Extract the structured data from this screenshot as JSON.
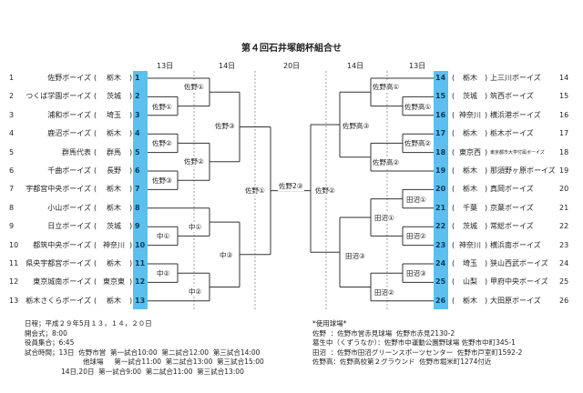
{
  "title": "第４回石井塚朗杯組合せ",
  "headers": [
    "13日",
    "14日",
    "20日",
    "14日",
    "13日"
  ],
  "left_teams": [
    {
      "no": "1",
      "name": "佐野ボーイズ",
      "pref": "栃木"
    },
    {
      "no": "2",
      "name": "つくば学園ボーイズ",
      "pref": "茨城"
    },
    {
      "no": "3",
      "name": "浦和ボーイズ",
      "pref": "埼玉"
    },
    {
      "no": "4",
      "name": "鹿沼ボーイズ",
      "pref": "栃木"
    },
    {
      "no": "5",
      "name": "群馬代表",
      "pref": "群馬"
    },
    {
      "no": "6",
      "name": "千曲ボーイズ",
      "pref": "長野"
    },
    {
      "no": "7",
      "name": "宇都宮中央ボーイズ",
      "pref": "栃木"
    },
    {
      "no": "8",
      "name": "小山ボーイズ",
      "pref": "栃木"
    },
    {
      "no": "9",
      "name": "日立ボーイズ",
      "pref": "茨城"
    },
    {
      "no": "10",
      "name": "都筑中央ボーイズ",
      "pref": "神奈川"
    },
    {
      "no": "11",
      "name": "県央宇都宮ボーイズ",
      "pref": "栃木"
    },
    {
      "no": "12",
      "name": "東京城南ボーイズ",
      "pref": "東京東"
    },
    {
      "no": "13",
      "name": "栃木さくらボーイズ",
      "pref": "栃木"
    }
  ],
  "right_teams": [
    {
      "no": "14",
      "name": "上三川ボーイズ",
      "pref": "栃木"
    },
    {
      "no": "15",
      "name": "筑西ボーイズ",
      "pref": "茨城"
    },
    {
      "no": "16",
      "name": "横浜港ボーイズ",
      "pref": "神奈川"
    },
    {
      "no": "17",
      "name": "栃木ボーイズ",
      "pref": "栃木"
    },
    {
      "no": "18",
      "name": "東京都市大学付属ボーイズ",
      "pref": "東京西"
    },
    {
      "no": "19",
      "name": "那須野ヶ原ボーイズ",
      "pref": "栃木"
    },
    {
      "no": "20",
      "name": "真岡ボーイズ",
      "pref": "栃木"
    },
    {
      "no": "21",
      "name": "京葉ボーイズ",
      "pref": "千葉"
    },
    {
      "no": "22",
      "name": "常総ボーイズ",
      "pref": "茨城"
    },
    {
      "no": "23",
      "name": "横浜南ボーイズ",
      "pref": "神奈川"
    },
    {
      "no": "24",
      "name": "狭山西武ボーイズ",
      "pref": "埼玉"
    },
    {
      "no": "25",
      "name": "甲府中央ボーイズ",
      "pref": "山梨"
    },
    {
      "no": "26",
      "name": "大田原ボーイズ",
      "pref": "栃木"
    }
  ],
  "paren_open": "(",
  "paren_close": ")",
  "matches": {
    "l_a": "佐野①",
    "l_b": "佐野①",
    "l_c": "佐野②",
    "l_d": "佐野③",
    "l_e": "佐野②",
    "l_f": "佐野③",
    "l_g": "中①",
    "l_h": "中①",
    "l_i": "中②",
    "l_j": "中②",
    "l_k": "中③",
    "l_sf": "佐野①",
    "final": "佐野2③",
    "r_sf": "佐野②",
    "r_a": "佐野高①",
    "r_b": "佐野高①",
    "r_c": "佐野高②",
    "r_d": "佐野高②",
    "r_e": "佐野高③",
    "r_f": "田沼①",
    "r_g": "田沼②",
    "r_h": "田沼①",
    "r_i": "田沼③",
    "r_j": "田沼②",
    "r_k": "田沼③"
  },
  "schedule": [
    "日程；平成２９年5月１３，１４，２０日",
    "開会式；8:00",
    "役員集合；6:45",
    "試合時間；13日  佐野市営  第一試合10:00  第二試合12:00  第三試合14:00",
    "他球場     第一試合11:00  第二試合13:00  第三試合15:00",
    "14日,20日  第一試合9:00  第二試合11:00  第三試合13:00"
  ],
  "venues": [
    "*使用球場*",
    "佐野  ：佐野市営赤見球場  佐野市赤見2130-2",
    "葛生中（くずうなか）：佐野市中運動公園野球場  佐野市中町345-1",
    "田沼  ：佐野市田沼グリーンスポーツセンター  佐野市戸室町1592-2",
    "佐野高：佐野高校第２グラウンド  佐野市堀米町1274付近"
  ],
  "colors": {
    "seed_bar": "#5bc0f0",
    "line": "#333333"
  }
}
